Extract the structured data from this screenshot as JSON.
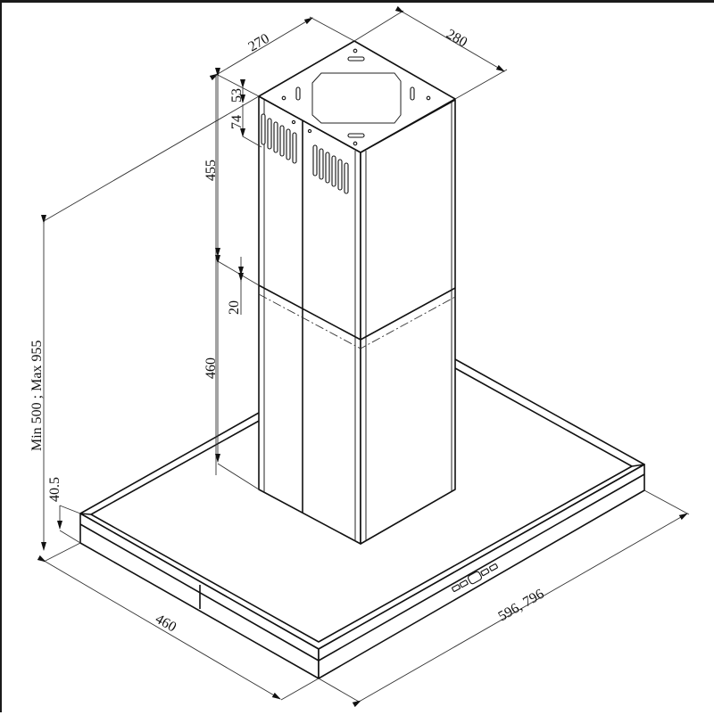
{
  "drawing": {
    "title": "Island cooker hood dimensional drawing",
    "units": "mm",
    "dimensions": {
      "chimney_width": "270",
      "chimney_depth": "280",
      "top_offset": "53",
      "vent_height": "74",
      "upper_chimney_height": "455",
      "overlap": "20",
      "lower_chimney_height": "460",
      "total_height": "Min 500 ; Max 955",
      "canopy_thickness": "40.5",
      "canopy_depth": "460",
      "canopy_width": "596, 796"
    },
    "parts": [
      "chimney-top-plate",
      "upper-chimney",
      "lower-chimney",
      "canopy",
      "control-panel"
    ]
  }
}
